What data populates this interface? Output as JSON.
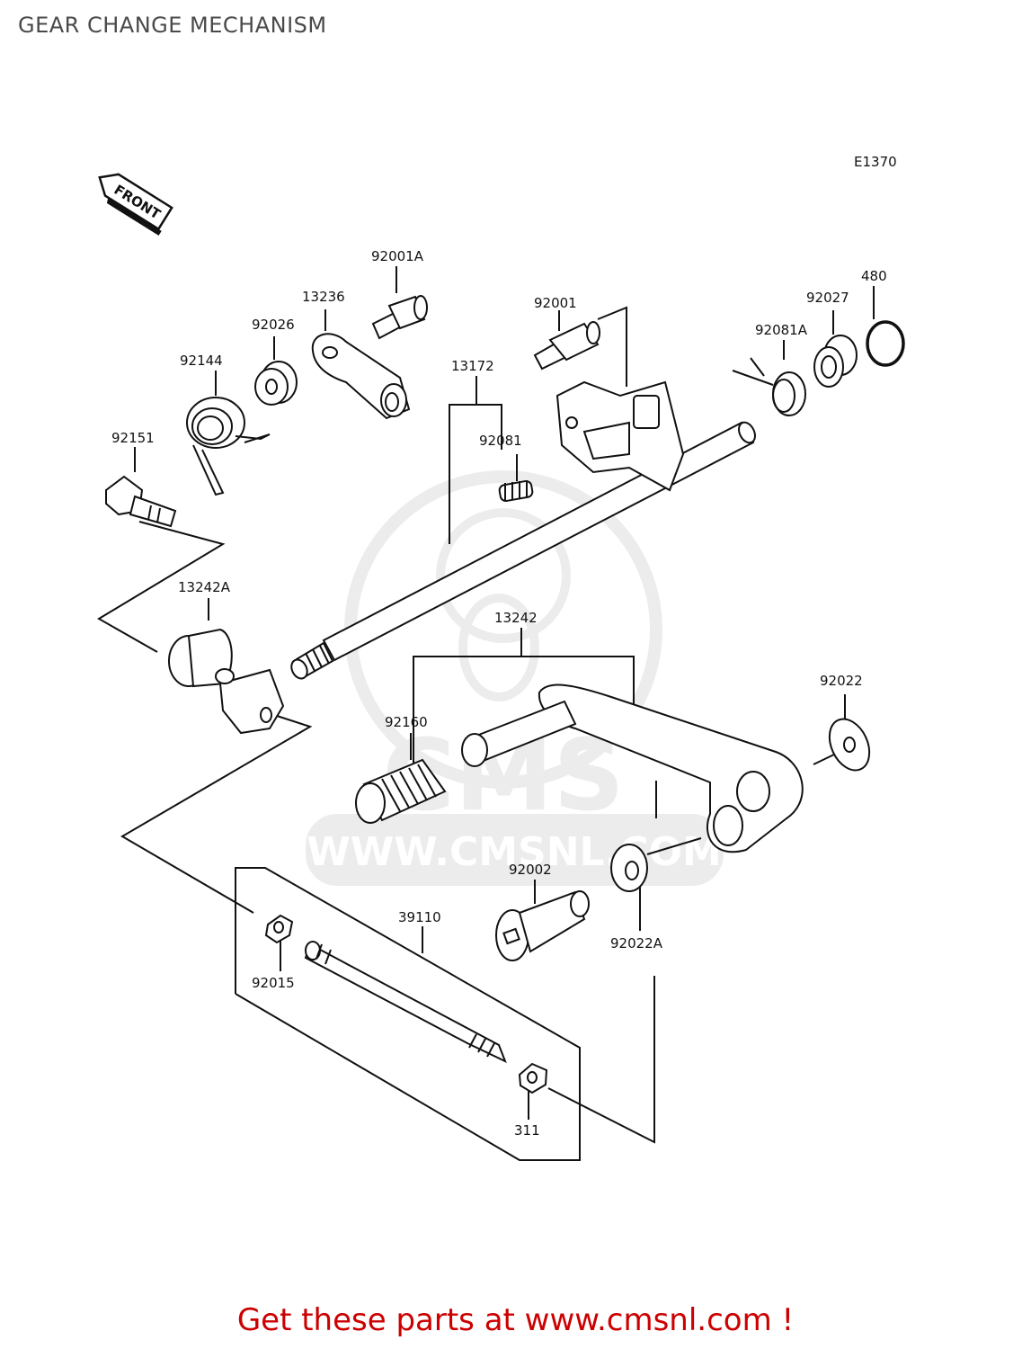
{
  "title": "GEAR CHANGE MECHANISM",
  "diagram_code": "E1370",
  "front_marker": "FRONT",
  "watermark": {
    "brand": "CMS",
    "url": "WWW.CMSNL.COM"
  },
  "parts": {
    "p92001A": "92001A",
    "p13236": "13236",
    "p92026": "92026",
    "p92144": "92144",
    "p92151": "92151",
    "p13242A": "13242A",
    "p92001": "92001",
    "p13172": "13172",
    "p92081": "92081",
    "p92081A": "92081A",
    "p92027": "92027",
    "p480": "480",
    "p13242": "13242",
    "p92022": "92022",
    "p92160": "92160",
    "p92002": "92002",
    "p92022A": "92022A",
    "p39110": "39110",
    "p92015": "92015",
    "p311": "311"
  },
  "footer": "Get these parts at www.cmsnl.com !"
}
